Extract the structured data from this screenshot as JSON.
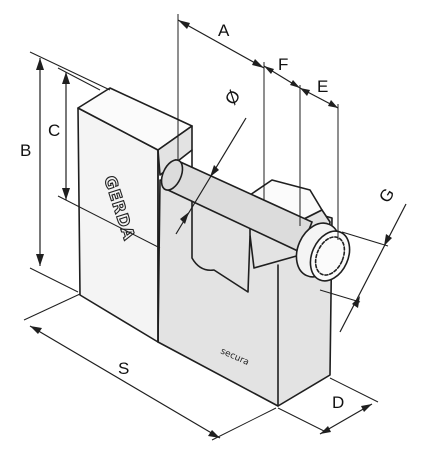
{
  "dimension_labels": {
    "a": "A",
    "f": "F",
    "e": "E",
    "diameter": "Ø",
    "b": "B",
    "c": "C",
    "g": "G",
    "s": "S",
    "d": "D"
  },
  "body_markings": {
    "brand": "GERDA",
    "model": "secura"
  }
}
